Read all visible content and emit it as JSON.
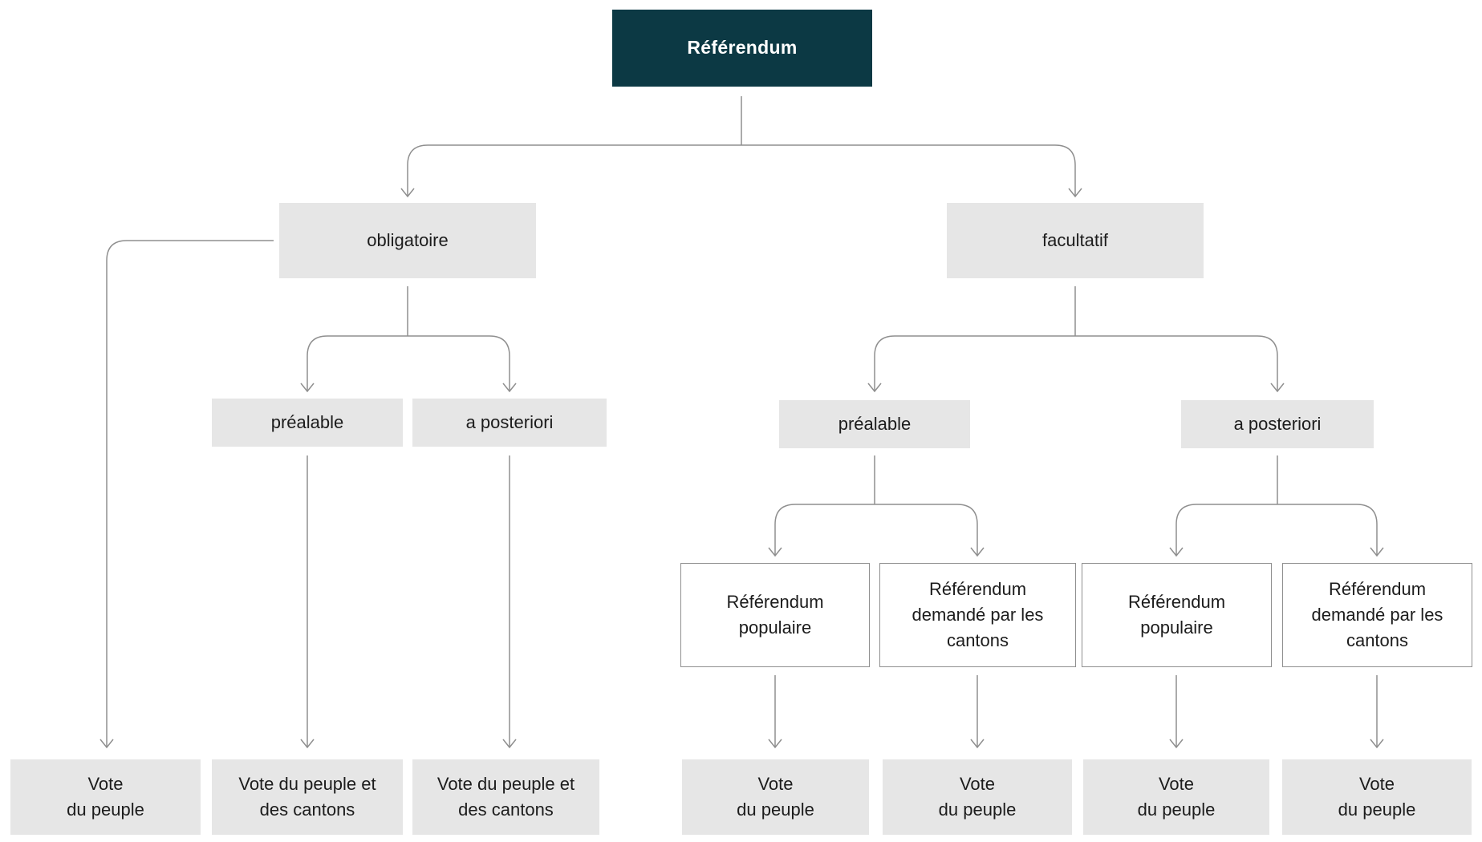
{
  "diagram": {
    "title": "Référendum",
    "colors": {
      "root_bg": "#0c3944",
      "root_text": "#ffffff",
      "node_bg": "#e6e6e6",
      "node_text": "#1c1c1c",
      "white_node_border": "#8f8f8f",
      "connector": "#8f8f8f",
      "background": "#ffffff"
    },
    "nodes": {
      "root": {
        "label": "Référendum"
      },
      "obligatoire": {
        "label": "obligatoire"
      },
      "facultatif": {
        "label": "facultatif"
      },
      "ob_prealable": {
        "label": "préalable"
      },
      "ob_aposteriori": {
        "label": "a posteriori"
      },
      "fa_prealable": {
        "label": "préalable"
      },
      "fa_aposteriori": {
        "label": "a posteriori"
      },
      "fa_pre_populaire": {
        "label": "Référendum\npopulaire"
      },
      "fa_pre_cantons": {
        "label": "Référendum\ndemandé par les\ncantons"
      },
      "fa_post_populaire": {
        "label": "Référendum\npopulaire"
      },
      "fa_post_cantons": {
        "label": "Référendum\ndemandé par les\ncantons"
      },
      "vote_peuple_ob": {
        "label": "Vote\ndu peuple"
      },
      "vote_peuple_cantons_1": {
        "label": "Vote du peuple et\ndes cantons"
      },
      "vote_peuple_cantons_2": {
        "label": "Vote du peuple et\ndes cantons"
      },
      "vote_peuple_1": {
        "label": "Vote\ndu peuple"
      },
      "vote_peuple_2": {
        "label": "Vote\ndu peuple"
      },
      "vote_peuple_3": {
        "label": "Vote\ndu peuple"
      },
      "vote_peuple_4": {
        "label": "Vote\ndu peuple"
      }
    }
  }
}
